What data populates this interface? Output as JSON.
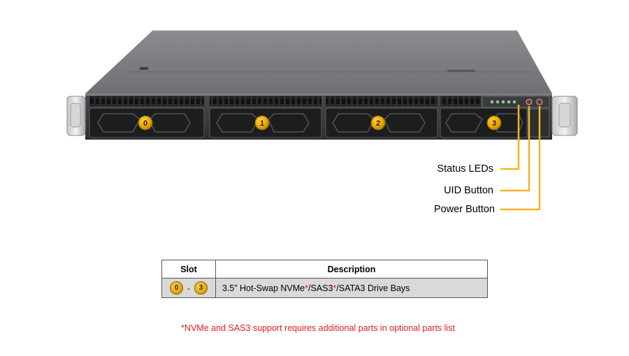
{
  "server": {
    "drive_bays": [
      {
        "label": "0"
      },
      {
        "label": "1"
      },
      {
        "label": "2"
      },
      {
        "label": "3"
      }
    ]
  },
  "colors": {
    "callout_line": "#f2b51b",
    "badge": "#f0b400",
    "footnote": "#e11d1d"
  },
  "callouts": {
    "status_leds": "Status LEDs",
    "uid_button": "UID Button",
    "power_button": "Power Button"
  },
  "table": {
    "headers": {
      "slot": "Slot",
      "description": "Description"
    },
    "row": {
      "slot_from": "0",
      "slot_sep": "-",
      "slot_to": "3",
      "desc_part1": "3.5” Hot-Swap NVMe",
      "desc_star1": "*",
      "desc_part2": "/SAS3",
      "desc_star2": "*",
      "desc_part3": "/SATA3 Drive Bays"
    }
  },
  "footnote": "*NVMe and SAS3 support requires additional parts in optional parts list"
}
